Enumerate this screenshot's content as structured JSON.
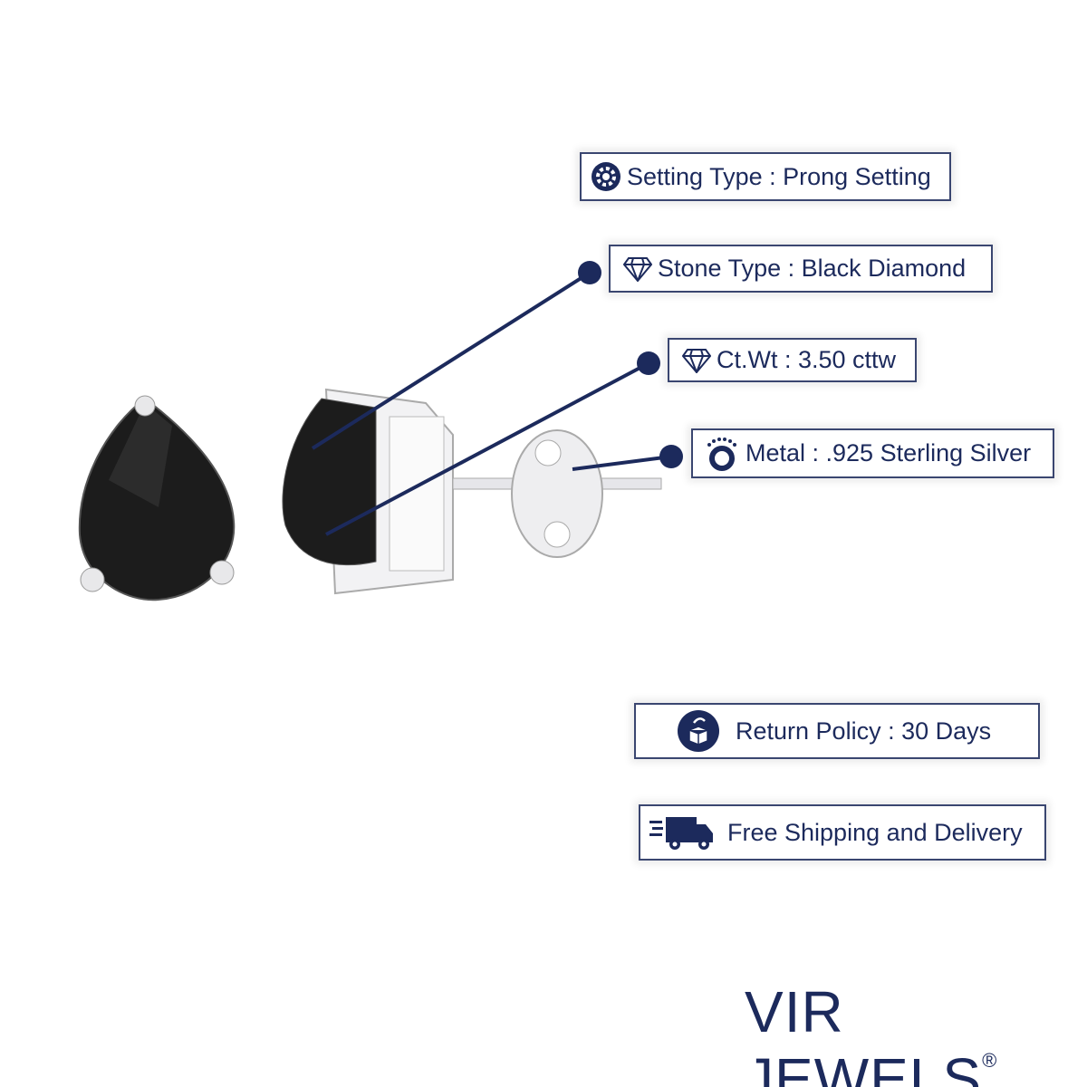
{
  "features": {
    "setting": "Setting Type : Prong Setting",
    "stone": "Stone Type : Black Diamond",
    "weight": "Ct.Wt : 3.50 cttw",
    "metal": "Metal : .925 Sterling Silver"
  },
  "policies": {
    "return": "Return Policy : 30 Days",
    "shipping": "Free Shipping and Delivery"
  },
  "brand": {
    "name": "VIR JEWELS",
    "mark": "®"
  },
  "colors": {
    "navy": "#1c2a5c",
    "stone": "#1a1a1a",
    "silver": "#d8d8dc"
  }
}
